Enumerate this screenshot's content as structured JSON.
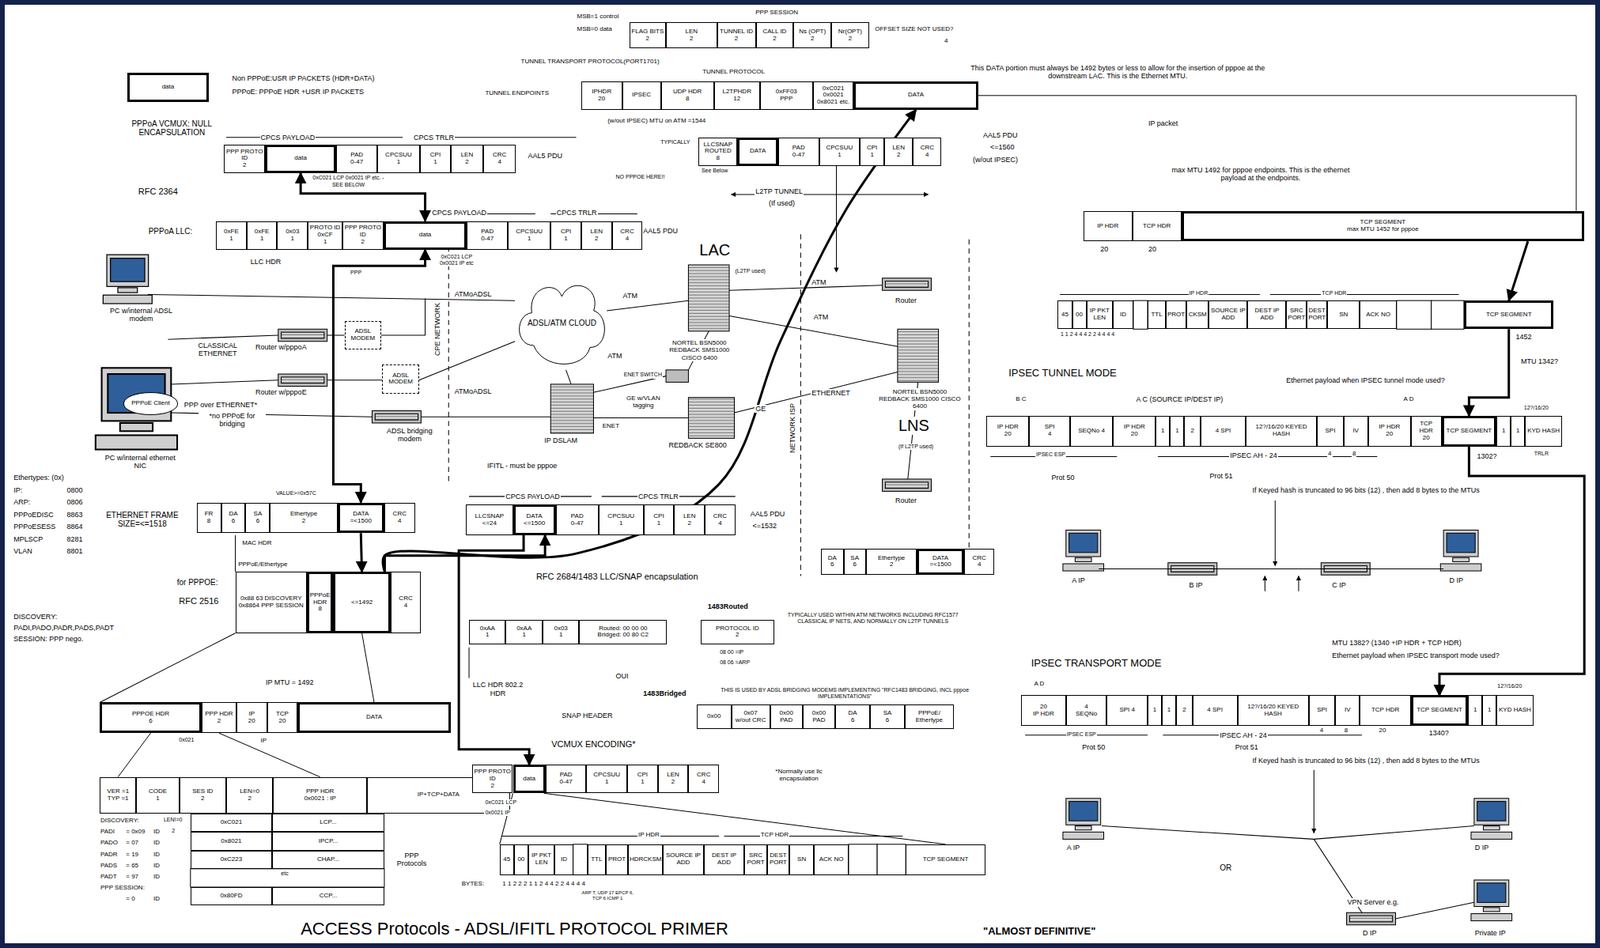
{
  "diagram": {
    "title": "ACCESS Protocols - ADSL/IFITL PROTOCOL PRIMER",
    "nodes": [
      {
        "text": [
          "data"
        ]
      },
      {
        "text": [
          "FLAG BITS",
          "2"
        ]
      },
      {
        "text": [
          "LEN",
          "2"
        ]
      },
      {
        "text": [
          "TUNNEL ID",
          "2"
        ]
      },
      {
        "text": [
          "CALL ID",
          "2"
        ]
      },
      {
        "text": [
          "Ns (OPT)",
          "2"
        ]
      },
      {
        "text": [
          "Nr(OPT)",
          "2"
        ]
      },
      {
        "text": [
          "IPHDR",
          "20"
        ]
      },
      {
        "text": [
          "IPSEC"
        ]
      },
      {
        "text": [
          "UDP HDR",
          "8"
        ]
      },
      {
        "text": [
          "L2TPHDR",
          "12"
        ]
      },
      {
        "text": [
          "0xFF03",
          "PPP"
        ]
      },
      {
        "text": [
          "0xC021 0x0021 0x8021 etc."
        ]
      },
      {
        "text": [
          "DATA"
        ]
      },
      {
        "text": [
          "LLCSNAP ROUTED",
          "8"
        ]
      },
      {
        "text": [
          "DATA"
        ]
      },
      {
        "text": [
          "PAD",
          "0-47"
        ]
      },
      {
        "text": [
          "CPCSUU",
          "1"
        ]
      },
      {
        "text": [
          "CPI",
          "1"
        ]
      },
      {
        "text": [
          "LEN",
          "2"
        ]
      },
      {
        "text": [
          "CRC",
          "4"
        ]
      },
      {
        "text": [
          "PPP PROTO ID",
          "2"
        ]
      },
      {
        "text": [
          "data"
        ]
      },
      {
        "text": [
          "PAD",
          "0-47"
        ]
      },
      {
        "text": [
          "CPCSUU",
          "1"
        ]
      },
      {
        "text": [
          "CPI",
          "1"
        ]
      },
      {
        "text": [
          "LEN",
          "2"
        ]
      },
      {
        "text": [
          "CRC",
          "4"
        ]
      },
      {
        "text": [
          "0xFE",
          "1"
        ]
      },
      {
        "text": [
          "0xFE",
          "1"
        ]
      },
      {
        "text": [
          "0x03",
          "1"
        ]
      },
      {
        "text": [
          "PROTO ID 0xCF",
          "1"
        ]
      },
      {
        "text": [
          "PPP PROTO ID",
          "2"
        ]
      },
      {
        "text": [
          "data"
        ]
      },
      {
        "text": [
          "PAD",
          "0-47"
        ]
      },
      {
        "text": [
          "CPCSUU",
          "1"
        ]
      },
      {
        "text": [
          "CPI",
          "1"
        ]
      },
      {
        "text": [
          "LEN",
          "2"
        ]
      },
      {
        "text": [
          "CRC",
          "4"
        ]
      },
      {
        "text": [
          "FR",
          "8"
        ]
      },
      {
        "text": [
          "DA",
          "6"
        ]
      },
      {
        "text": [
          "SA",
          "6"
        ]
      },
      {
        "text": [
          "Ethertype",
          "2"
        ]
      },
      {
        "text": [
          "DATA",
          "=<1500"
        ]
      },
      {
        "text": [
          "CRC",
          "4"
        ]
      },
      {
        "text": [
          "0x88 63 DISCOVERY 0x8864 PPP SESSION"
        ]
      },
      {
        "text": [
          "PPPoE HDR",
          "8"
        ]
      },
      {
        "text": [
          "<=1492"
        ]
      },
      {
        "text": [
          "CRC",
          "4"
        ]
      },
      {
        "text": [
          "PPPOE HDR",
          "6"
        ]
      },
      {
        "text": [
          "PPP HDR",
          "2"
        ]
      },
      {
        "text": [
          "IP",
          "20"
        ]
      },
      {
        "text": [
          "TCP",
          "20"
        ]
      },
      {
        "text": [
          "DATA"
        ]
      },
      {
        "text": [
          "VER =1 TYP =1"
        ]
      },
      {
        "text": [
          "CODE",
          "1"
        ]
      },
      {
        "text": [
          "SES ID",
          "2"
        ]
      },
      {
        "text": [
          "LEN=0",
          "2"
        ]
      },
      {
        "text": [
          "PPP HDR",
          "0x0021 : IP"
        ]
      },
      {
        "text": [
          "IP+TCP+DATA"
        ]
      },
      {
        "text": [
          "0xC021"
        ]
      },
      {
        "text": [
          "LCP..."
        ]
      },
      {
        "text": [
          "0x8021"
        ]
      },
      {
        "text": [
          "IPCP..."
        ]
      },
      {
        "text": [
          "0xC223"
        ]
      },
      {
        "text": [
          "CHAP..."
        ]
      },
      {
        "text": [
          "0x80FD"
        ]
      },
      {
        "text": [
          "CCP..."
        ]
      },
      {
        "text": [
          "LLCSNAP",
          "<=24"
        ]
      },
      {
        "text": [
          "DATA",
          "<=1500"
        ]
      },
      {
        "text": [
          "PAD",
          "0-47"
        ]
      },
      {
        "text": [
          "CPCSUU",
          "1"
        ]
      },
      {
        "text": [
          "CPI",
          "1"
        ]
      },
      {
        "text": [
          "LEN",
          "2"
        ]
      },
      {
        "text": [
          "CRC",
          "4"
        ]
      },
      {
        "text": [
          "0xAA",
          "1"
        ]
      },
      {
        "text": [
          "0xAA",
          "1"
        ]
      },
      {
        "text": [
          "0x03",
          "1"
        ]
      },
      {
        "text": [
          "Routed: 00 00 00",
          "Bridged: 00 80 C2"
        ]
      },
      {
        "text": [
          "PROTOCOL ID",
          "2"
        ]
      },
      {
        "text": [
          "0x00"
        ]
      },
      {
        "text": [
          "0x07",
          "w/out CRC"
        ]
      },
      {
        "text": [
          "0x00",
          "PAD"
        ]
      },
      {
        "text": [
          "0x00",
          "PAD"
        ]
      },
      {
        "text": [
          "DA",
          "6"
        ]
      },
      {
        "text": [
          "SA",
          "6"
        ]
      },
      {
        "text": [
          "PPPoE/ Ethertype"
        ]
      },
      {
        "text": [
          "PPP PROTO ID",
          "2"
        ]
      },
      {
        "text": [
          "data"
        ]
      },
      {
        "text": [
          "PAD",
          "0-47"
        ]
      },
      {
        "text": [
          "CPCSUU",
          "1"
        ]
      },
      {
        "text": [
          "CPI",
          "1"
        ]
      },
      {
        "text": [
          "LEN",
          "2"
        ]
      },
      {
        "text": [
          "CRC",
          "4"
        ]
      },
      {
        "text": [
          "45"
        ]
      },
      {
        "text": [
          "00"
        ]
      },
      {
        "text": [
          "IP PKT LEN"
        ]
      },
      {
        "text": [
          "ID"
        ]
      },
      {
        "text": [
          "TTL"
        ]
      },
      {
        "text": [
          "PROT"
        ]
      },
      {
        "text": [
          "HDRCKSM"
        ]
      },
      {
        "text": [
          "SOURCE IP ADD"
        ]
      },
      {
        "text": [
          "DEST IP ADD"
        ]
      },
      {
        "text": [
          "SRC PORT"
        ]
      },
      {
        "text": [
          "DEST PORT"
        ]
      },
      {
        "text": [
          "SN"
        ]
      },
      {
        "text": [
          "ACK NO"
        ]
      },
      {
        "text": [
          "TCP SEGMENT"
        ]
      },
      {
        "text": [
          "IP HDR"
        ]
      },
      {
        "text": [
          "TCP HDR"
        ]
      },
      {
        "text": [
          "TCP SEGMENT",
          "max MTU 1452 for pppoe"
        ]
      },
      {
        "text": [
          "45"
        ]
      },
      {
        "text": [
          "00"
        ]
      },
      {
        "text": [
          "IP PKT LEN"
        ]
      },
      {
        "text": [
          "ID"
        ]
      },
      {
        "text": [
          "TTL"
        ]
      },
      {
        "text": [
          "PROT"
        ]
      },
      {
        "text": [
          "CKSM"
        ]
      },
      {
        "text": [
          "SOURCE IP ADD"
        ]
      },
      {
        "text": [
          "DEST IP ADD"
        ]
      },
      {
        "text": [
          "SRC PORT"
        ]
      },
      {
        "text": [
          "DEST PORT"
        ]
      },
      {
        "text": [
          "SN"
        ]
      },
      {
        "text": [
          "ACK NO"
        ]
      },
      {
        "text": [
          "TCP SEGMENT"
        ]
      },
      {
        "text": [
          "IP HDR",
          "20"
        ]
      },
      {
        "text": [
          "SPI",
          "4"
        ]
      },
      {
        "text": [
          "SEQNo 4"
        ]
      },
      {
        "text": [
          "IP HDR",
          "20"
        ]
      },
      {
        "text": [
          "1"
        ]
      },
      {
        "text": [
          "1"
        ]
      },
      {
        "text": [
          "2"
        ]
      },
      {
        "text": [
          "4 SPI"
        ]
      },
      {
        "text": [
          "12?/16/20 KEYED HASH"
        ]
      },
      {
        "text": [
          "SPI"
        ]
      },
      {
        "text": [
          "IV"
        ]
      },
      {
        "text": [
          "IP HDR",
          "20"
        ]
      },
      {
        "text": [
          "TCP HDR",
          "20"
        ]
      },
      {
        "text": [
          "TCP SEGMENT"
        ]
      },
      {
        "text": [
          "1"
        ]
      },
      {
        "text": [
          "1"
        ]
      },
      {
        "text": [
          "KYD HASH"
        ]
      },
      {
        "text": [
          "20",
          "IP HDR"
        ]
      },
      {
        "text": [
          "4",
          "SEQNo"
        ]
      },
      {
        "text": [
          "SPI 4"
        ]
      },
      {
        "text": [
          "1"
        ]
      },
      {
        "text": [
          "1"
        ]
      },
      {
        "text": [
          "2"
        ]
      },
      {
        "text": [
          "4 SPI"
        ]
      },
      {
        "text": [
          "12?/16/20 KEYED HASH"
        ]
      },
      {
        "text": [
          "SPI"
        ]
      },
      {
        "text": [
          "IV"
        ]
      },
      {
        "text": [
          "TCP HDR"
        ]
      },
      {
        "text": [
          "TCP SEGMENT"
        ]
      },
      {
        "text": [
          "1"
        ]
      },
      {
        "text": [
          "1"
        ]
      },
      {
        "text": [
          "KYD HASH"
        ]
      },
      {
        "text": [
          "DA",
          "6"
        ]
      },
      {
        "text": [
          "SA",
          "6"
        ]
      },
      {
        "text": [
          "Ethertype",
          "2"
        ]
      },
      {
        "text": [
          "DATA",
          "=<1500"
        ]
      },
      {
        "text": [
          "CRC",
          "4"
        ]
      },
      {
        "text": [
          "ADSL/ATM CLOUD"
        ]
      },
      {
        "text": [
          "ADSL MODEM"
        ]
      },
      {
        "text": [
          "ADSL MODEM"
        ]
      },
      {
        "text": [
          "PPPoE Client"
        ]
      }
    ],
    "edges": [
      {
        "from": 22,
        "to": 33,
        "arrow": "both"
      },
      {
        "from": 33,
        "to": 43,
        "arrow": "both"
      },
      {
        "from": 43,
        "to": 47,
        "arrow": "to"
      },
      {
        "from": 47,
        "to": 13,
        "arrow": "to"
      },
      {
        "from": 47,
        "to": 69,
        "arrow": "to"
      },
      {
        "from": 69,
        "to": 88,
        "arrow": "to"
      },
      {
        "from": 13,
        "to": 110,
        "arrow": "none"
      },
      {
        "from": 110,
        "to": 124,
        "arrow": "to"
      },
      {
        "from": 124,
        "to": 138,
        "arrow": "to"
      },
      {
        "from": 138,
        "to": 153,
        "arrow": "to"
      },
      {
        "from": 47,
        "to": 53,
        "arrow": "none"
      },
      {
        "from": 88,
        "to": 107,
        "arrow": "none"
      },
      {
        "from": 49,
        "to": 54,
        "arrow": "none"
      },
      {
        "from": 50,
        "to": 58,
        "arrow": "none"
      }
    ],
    "labels": [
      "MSB=1 control",
      "MSB=0 data",
      "PPP SESSION",
      "OFFSET SIZE NOT USED?",
      "4",
      "TUNNEL TRANSPORT PROTOCOL(PORT1701)",
      "TUNNEL PROTOCOL",
      "TUNNEL ENDPOINTS",
      "(w/out IPSEC) MTU on ATM =1544",
      "This DATA portion must always be 1492 bytes or less to allow for the insertion of pppoe at the downstream LAC.  This is the Ethernet MTU.",
      "TYPICALLY",
      "AAL5 PDU",
      "<=1560",
      "(w/out IPSEC)",
      "See Below",
      "NO PPPOE HERE!!",
      "L2TP TUNNEL",
      "(If used)",
      "Non PPPoE:USR IP PACKETS (HDR+DATA)",
      "PPPoE: PPPoE HDR +USR IP PACKETS",
      "CPCS PAYLOAD",
      "CPCS TRLR",
      "AAL5 PDU",
      "PPPoA VCMUX: NULL ENCAPSULATION",
      "RFC 2364",
      "0xC021 LCP 0x0021 IP etc. -SEE BELOW",
      "CPCS PAYLOAD",
      "CPCS TRLR",
      "AAL5 PDU",
      "PPPoA LLC:",
      "LLC HDR",
      "PPP",
      "0xC021 LCP 0x0021 IP etc",
      "PC w/internal ADSL modem",
      "CLASSICAL ETHERNET",
      "Router w/pppoA",
      "Router w/pppoE",
      "PPP over ETHERNET*",
      "*no PPPoE for bridging",
      "ADSL bridging modem",
      "PC w/internal ethernet NIC",
      "ATMoADSL",
      "ATMoADSL",
      "CPE NETWORK",
      "ATM",
      "ATM",
      "ATM",
      "ATM",
      "LAC",
      "(L2TP used)",
      "NORTEL BSN5000 REDBACK SMS1000 CISCO 6400",
      "ENET SWITCH",
      "IP DSLAM",
      "GE w/VLAN tagging",
      "ENET",
      "GE",
      "REDBACK SE800",
      "IFITL - must be pppoe",
      "ETHERNET",
      "NETWORK ISP",
      "Router",
      "Router",
      "NORTEL BSN5000 REDBACK SMS1000 CISCO 6400",
      "LNS",
      "(If L2TP used)",
      "Ethertypes: (0x)",
      "IP:",
      "0800",
      "ARP:",
      "0806",
      "PPPoEDISC",
      "8863",
      "PPPoESESS",
      "8864",
      "MPLSCP",
      "8281",
      "VLAN",
      "8801",
      "VALUE>=0x57C",
      "ETHERNET FRAME SIZE=<=1518",
      "MAC HDR",
      "PPPoE/Ethertype",
      "for PPPOE:",
      "RFC 2516",
      "DISCOVERY:",
      "PADI,PADO,PADR,PADS,PADT",
      "SESSION: PPP nego.",
      "IP MTU = 1492",
      "0x021",
      "IP",
      "DISCOVERY:",
      "PADI",
      "= 0x09",
      "ID",
      "PADO",
      "= 07",
      "ID",
      "PADR",
      "= 19",
      "ID",
      "PADS",
      "= 65",
      "ID",
      "PADT",
      "= 97",
      "ID",
      "PPP SESSION:",
      "= 0",
      "ID",
      "LEN!=0",
      "2",
      "etc",
      "PPP Protocols",
      "CPCS PAYLOAD",
      "CPCS TRLR",
      "AAL5 PDU",
      "<=1532",
      "RFC 2684/1483 LLC/SNAP encapsulation",
      "1483Routed",
      "TYPICALLY USED WITHIN ATM NETWORKS INCLUDING RFC1577 CLASSICAL IP NETS, AND NORMALLY ON L2TP TUNNELS",
      "08 00 =IP",
      "08 06 =ARP",
      "OUI",
      "LLC HDR 802.2 HDR",
      "1483Bridged",
      "THIS IS USED BY ADSL BRIDGING MODEMS IMPLEMENTING \"RFC1483 BRIDGING, INCL pppoe IMPLEMENTATIONS\"",
      "SNAP HEADER",
      "VCMUX ENCODING*",
      "*Normally use llc encapsulation",
      "0xC021 LCP",
      "0x0021 IP",
      "IP HDR",
      "TCP HDR",
      "BYTES:",
      "1 1 2 2 2 1 1 2 4 4 2 2 4 4 4 4",
      "ARP T, UDP 17 EPCP 6, TCP 6 ICMP 1",
      "\"ALMOST DEFINITIVE\"",
      "IP packet",
      "max MTU 1492 for pppoe endpoints.  This is the ethernet payload at the endpoints.",
      "20",
      "20",
      "IP HDR",
      "TCP HDR",
      "1 1 2 4 4 4 2 2 4 4 4 4",
      "1452",
      "IPSEC TUNNEL MODE",
      "B C",
      "A C (SOURCE IP/DEST IP)",
      "A D",
      "MTU 1342?",
      "Ethernet payload when IPSEC tunnel mode used?",
      "12?/16/20",
      "IPSEC ESP",
      "Prot 50",
      "IPSEC AH - 24",
      "Prot 51",
      "4",
      "8",
      "TRLR",
      "1302?",
      "If Keyed hash is truncated to 96 bits (12) , then add 8 bytes to the MTUs",
      "A IP",
      "B IP",
      "C IP",
      "D IP",
      "IPSEC TRANSPORT MODE",
      "A D",
      "MTU 1382? (1340 +IP HDR + TCP HDR)",
      "Ethernet payload when IPSEC transport mode used?",
      "12?/16/20",
      "IPSEC ESP",
      "Prot 50",
      "IPSEC AH - 24",
      "Prot 51",
      "4",
      "8",
      "20",
      "1340?",
      "If Keyed hash is truncated to 96 bits (12) , then add 8 bytes to the MTUs",
      "A IP",
      "D IP",
      "OR",
      "VPN Server e.g.",
      "D IP",
      "Private IP"
    ]
  }
}
